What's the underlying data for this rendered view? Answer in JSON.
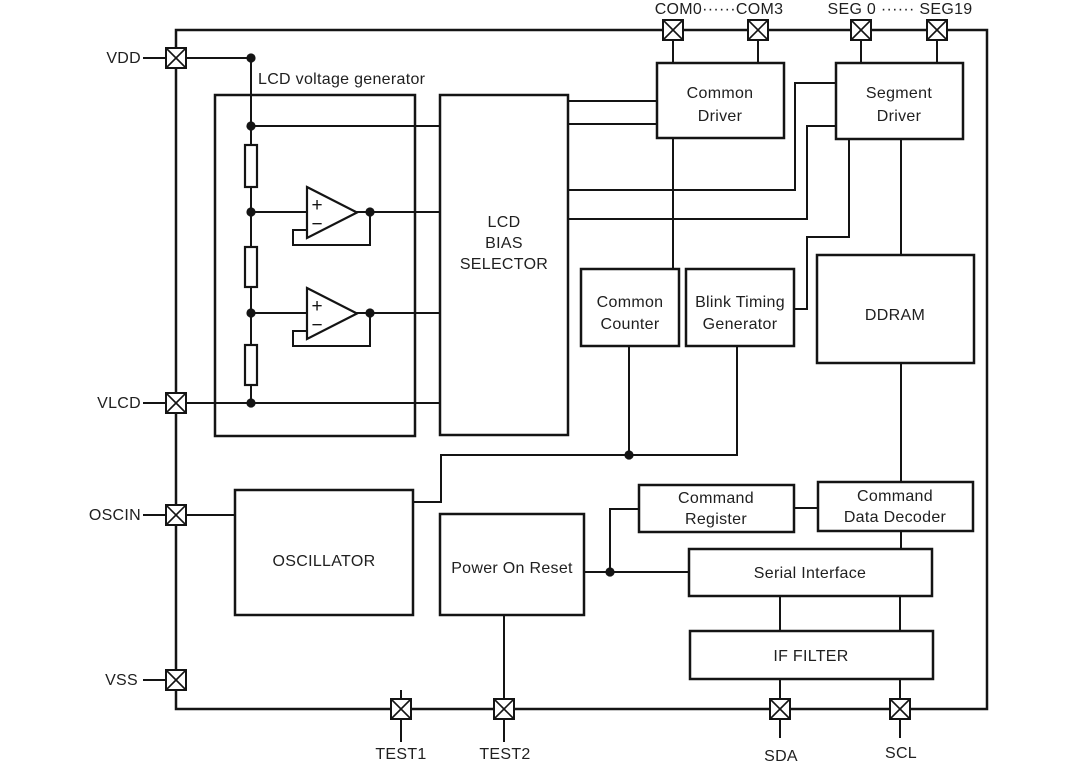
{
  "colors": {
    "line": "#141414",
    "text": "#202020",
    "background": "#ffffff"
  },
  "caption": "LCD voltage generator",
  "pins": {
    "left": {
      "vdd": "VDD",
      "vlcd": "VLCD",
      "oscin": "OSCIN",
      "vss": "VSS"
    },
    "top": {
      "com": "COM0······COM3",
      "seg": "SEG 0 ······ SEG19"
    },
    "bottom": {
      "test1": "TEST1",
      "test2": "TEST2",
      "sda": "SDA",
      "scl": "SCL"
    }
  },
  "blocks": {
    "lcd_bias_selector": {
      "lines": [
        "LCD",
        "BIAS",
        "SELECTOR"
      ]
    },
    "common_driver": {
      "lines": [
        "Common",
        "Driver"
      ]
    },
    "segment_driver": {
      "lines": [
        "Segment",
        "Driver"
      ]
    },
    "common_counter": {
      "lines": [
        "Common",
        "Counter"
      ]
    },
    "blink_timing_generator": {
      "lines": [
        "Blink Timing",
        "Generator"
      ]
    },
    "ddram": {
      "lines": [
        "DDRAM"
      ]
    },
    "oscillator": {
      "lines": [
        "OSCILLATOR"
      ]
    },
    "power_on_reset": {
      "lines": [
        "Power On Reset"
      ]
    },
    "command_register": {
      "lines": [
        "Command",
        "Register"
      ]
    },
    "command_data_decoder": {
      "lines": [
        "Command",
        "Data Decoder"
      ]
    },
    "serial_interface": {
      "lines": [
        "Serial Interface"
      ]
    },
    "if_filter": {
      "lines": [
        "IF FILTER"
      ]
    }
  },
  "opamp": {
    "plus": "+",
    "minus": "−"
  }
}
